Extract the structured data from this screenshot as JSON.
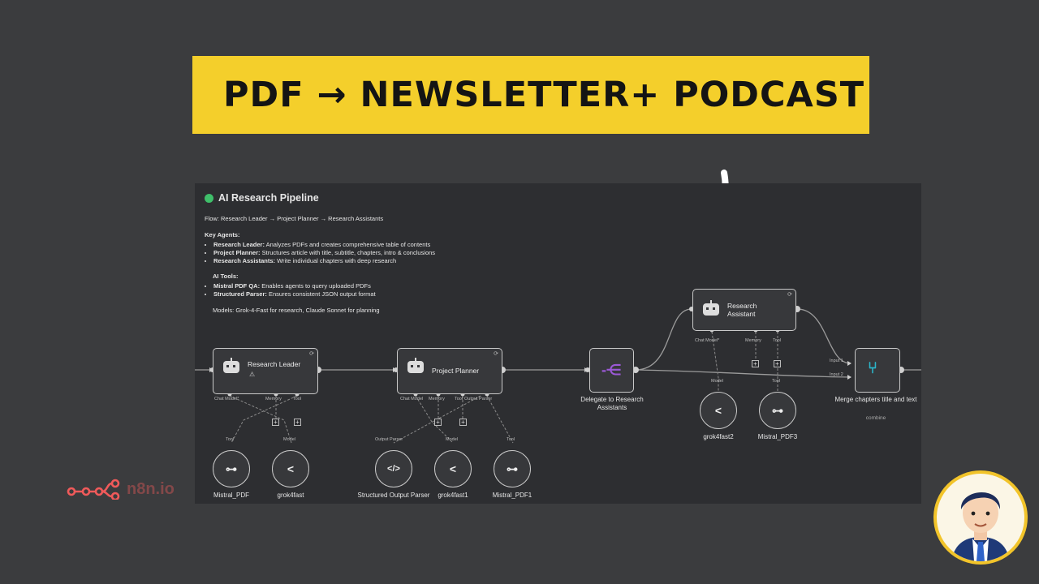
{
  "banner": {
    "title": "PDF → NEWSLETTER+ PODCAST"
  },
  "note": {
    "title": "AI Research Pipeline",
    "flow": "Flow: Research Leader → Project Planner → Research Assistants",
    "key_agents_heading": "Key Agents:",
    "agents": [
      {
        "name": "Research Leader:",
        "desc": "Analyzes PDFs and creates comprehensive table of contents"
      },
      {
        "name": "Project Planner:",
        "desc": "Structures article with title, subtitle, chapters, intro & conclusions"
      },
      {
        "name": "Research Assistants:",
        "desc": "Write individual chapters with deep research"
      }
    ],
    "tools_heading": "AI Tools:",
    "tools": [
      {
        "name": "Mistral PDF QA:",
        "desc": "Enables agents to query uploaded PDFs"
      },
      {
        "name": "Structured Parser:",
        "desc": "Ensures consistent JSON output format"
      }
    ],
    "models": "Models: Grok-4-Fast for research, Claude Sonnet for planning"
  },
  "nodes": {
    "research_leader": {
      "label": "Research Leader",
      "ports": [
        "Chat Model*",
        "Memory",
        "Tool"
      ]
    },
    "project_planner": {
      "label": "Project Planner",
      "ports": [
        "Chat Model",
        "Memory",
        "Tool",
        "Output Parser"
      ]
    },
    "delegate": {
      "label": "Delegate to Research Assistants"
    },
    "research_assistant": {
      "label_line1": "Research",
      "label_line2": "Assistant",
      "ports": [
        "Chat Model*",
        "Memory",
        "Tool"
      ]
    },
    "merge": {
      "label": "Merge chapters title and text",
      "sub": "combine",
      "inputs": [
        "Input 1",
        "Input 2"
      ]
    }
  },
  "subnodes": [
    {
      "label": "Mistral_PDF",
      "port": "Tool",
      "icon": "network-icon"
    },
    {
      "label": "grok4fast",
      "port": "Model",
      "icon": "grok-icon"
    },
    {
      "label": "Structured Output Parser",
      "port": "Output Parser",
      "icon": "code-icon"
    },
    {
      "label": "grok4fast1",
      "port": "Model",
      "icon": "grok-icon"
    },
    {
      "label": "Mistral_PDF1",
      "port": "Tool",
      "icon": "network-icon"
    },
    {
      "label": "grok4fast2",
      "port": "Model",
      "icon": "grok-icon"
    },
    {
      "label": "Mistral_PDF3",
      "port": "Tool",
      "icon": "network-icon"
    }
  ],
  "glyphs": {
    "network": "⊶",
    "grok": "<",
    "code": "</>",
    "plus": "+",
    "refresh": "⟳",
    "warn": "⚠"
  },
  "colors": {
    "banner": "#f4cf2b",
    "canvas": "#2d2e31",
    "delegate_icon": "#9b59d6",
    "merge_icon": "#2bb5c9",
    "brand": "#f05a5a"
  },
  "brand": {
    "name": "n8n.io"
  }
}
